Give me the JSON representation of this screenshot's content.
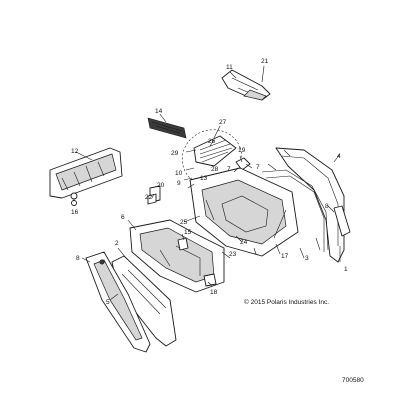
{
  "callouts": {
    "c1": "1",
    "c2": "2",
    "c3": "3",
    "c4": "4",
    "c5": "5",
    "c6": "6",
    "c7a": "7",
    "c7b": "7",
    "c8a": "8",
    "c8b": "8",
    "c9": "9",
    "c10": "10",
    "c11": "11",
    "c12": "12",
    "c13": "13",
    "c14": "14",
    "c15": "15",
    "c16": "16",
    "c17": "17",
    "c18": "18",
    "c19": "19",
    "c20": "20",
    "c21": "21",
    "c22": "22",
    "c23": "23",
    "c24": "24",
    "c25": "25",
    "c26": "26",
    "c27": "27",
    "c28": "28",
    "c29": "29"
  },
  "copyright": "© 2015 Polaris Industries Inc.",
  "reference_number": "700580"
}
